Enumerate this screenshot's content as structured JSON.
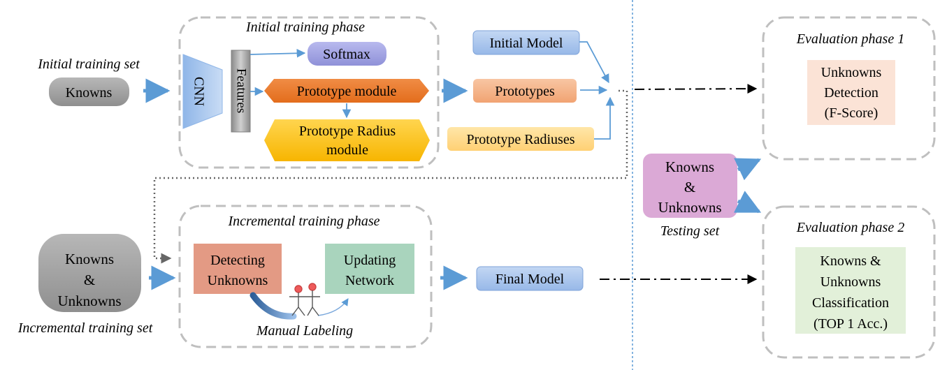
{
  "labels": {
    "initial_training_set": "Initial training set",
    "incremental_training_set": "Incremental training set",
    "testing_set": "Testing set",
    "initial_training_phase": "Initial training phase",
    "incremental_training_phase": "Incremental training phase",
    "evaluation_phase_1": "Evaluation phase 1",
    "evaluation_phase_2": "Evaluation phase 2",
    "manual_labeling": "Manual Labeling"
  },
  "nodes": {
    "knowns": "Knowns",
    "knowns_unknowns_incremental": [
      "Knowns",
      "&",
      "Unknowns"
    ],
    "knowns_unknowns_testing": [
      "Knowns",
      "&",
      "Unknowns"
    ],
    "cnn": "CNN",
    "features": "Features",
    "softmax": "Softmax",
    "prototype_module": "Prototype module",
    "prototype_radius_module": [
      "Prototype Radius",
      "module"
    ],
    "initial_model": "Initial Model",
    "prototypes": "Prototypes",
    "prototype_radiuses": "Prototype Radiuses",
    "detecting_unknowns": [
      "Detecting",
      "Unknowns"
    ],
    "updating_network": [
      "Updating",
      "Network"
    ],
    "final_model": "Final Model",
    "unknowns_detection": [
      "Unknowns",
      "Detection",
      "(F-Score)"
    ],
    "classification": [
      "Knowns &",
      "Unknowns",
      "Classification",
      "(TOP 1 Acc.)"
    ]
  },
  "colors": {
    "gray_node": "#a6a6a6",
    "blue_box": "#a9c4eb",
    "blue_box_border": "#7fa3d9",
    "softmax": "#a6a8e6",
    "orange": "#ed7d31",
    "yellow": "#ffc000",
    "salmon": "#f4b183",
    "light_yellow": "#ffd98a",
    "purple": "#dba9d6",
    "detect": "#e39a84",
    "update": "#a9d4bd",
    "peach": "#fbe3d6",
    "light_green": "#e2f0d9",
    "arrow_blue": "#5b9bd5",
    "dash_gray": "#bfbfbf",
    "divider": "#5b9bd5"
  }
}
